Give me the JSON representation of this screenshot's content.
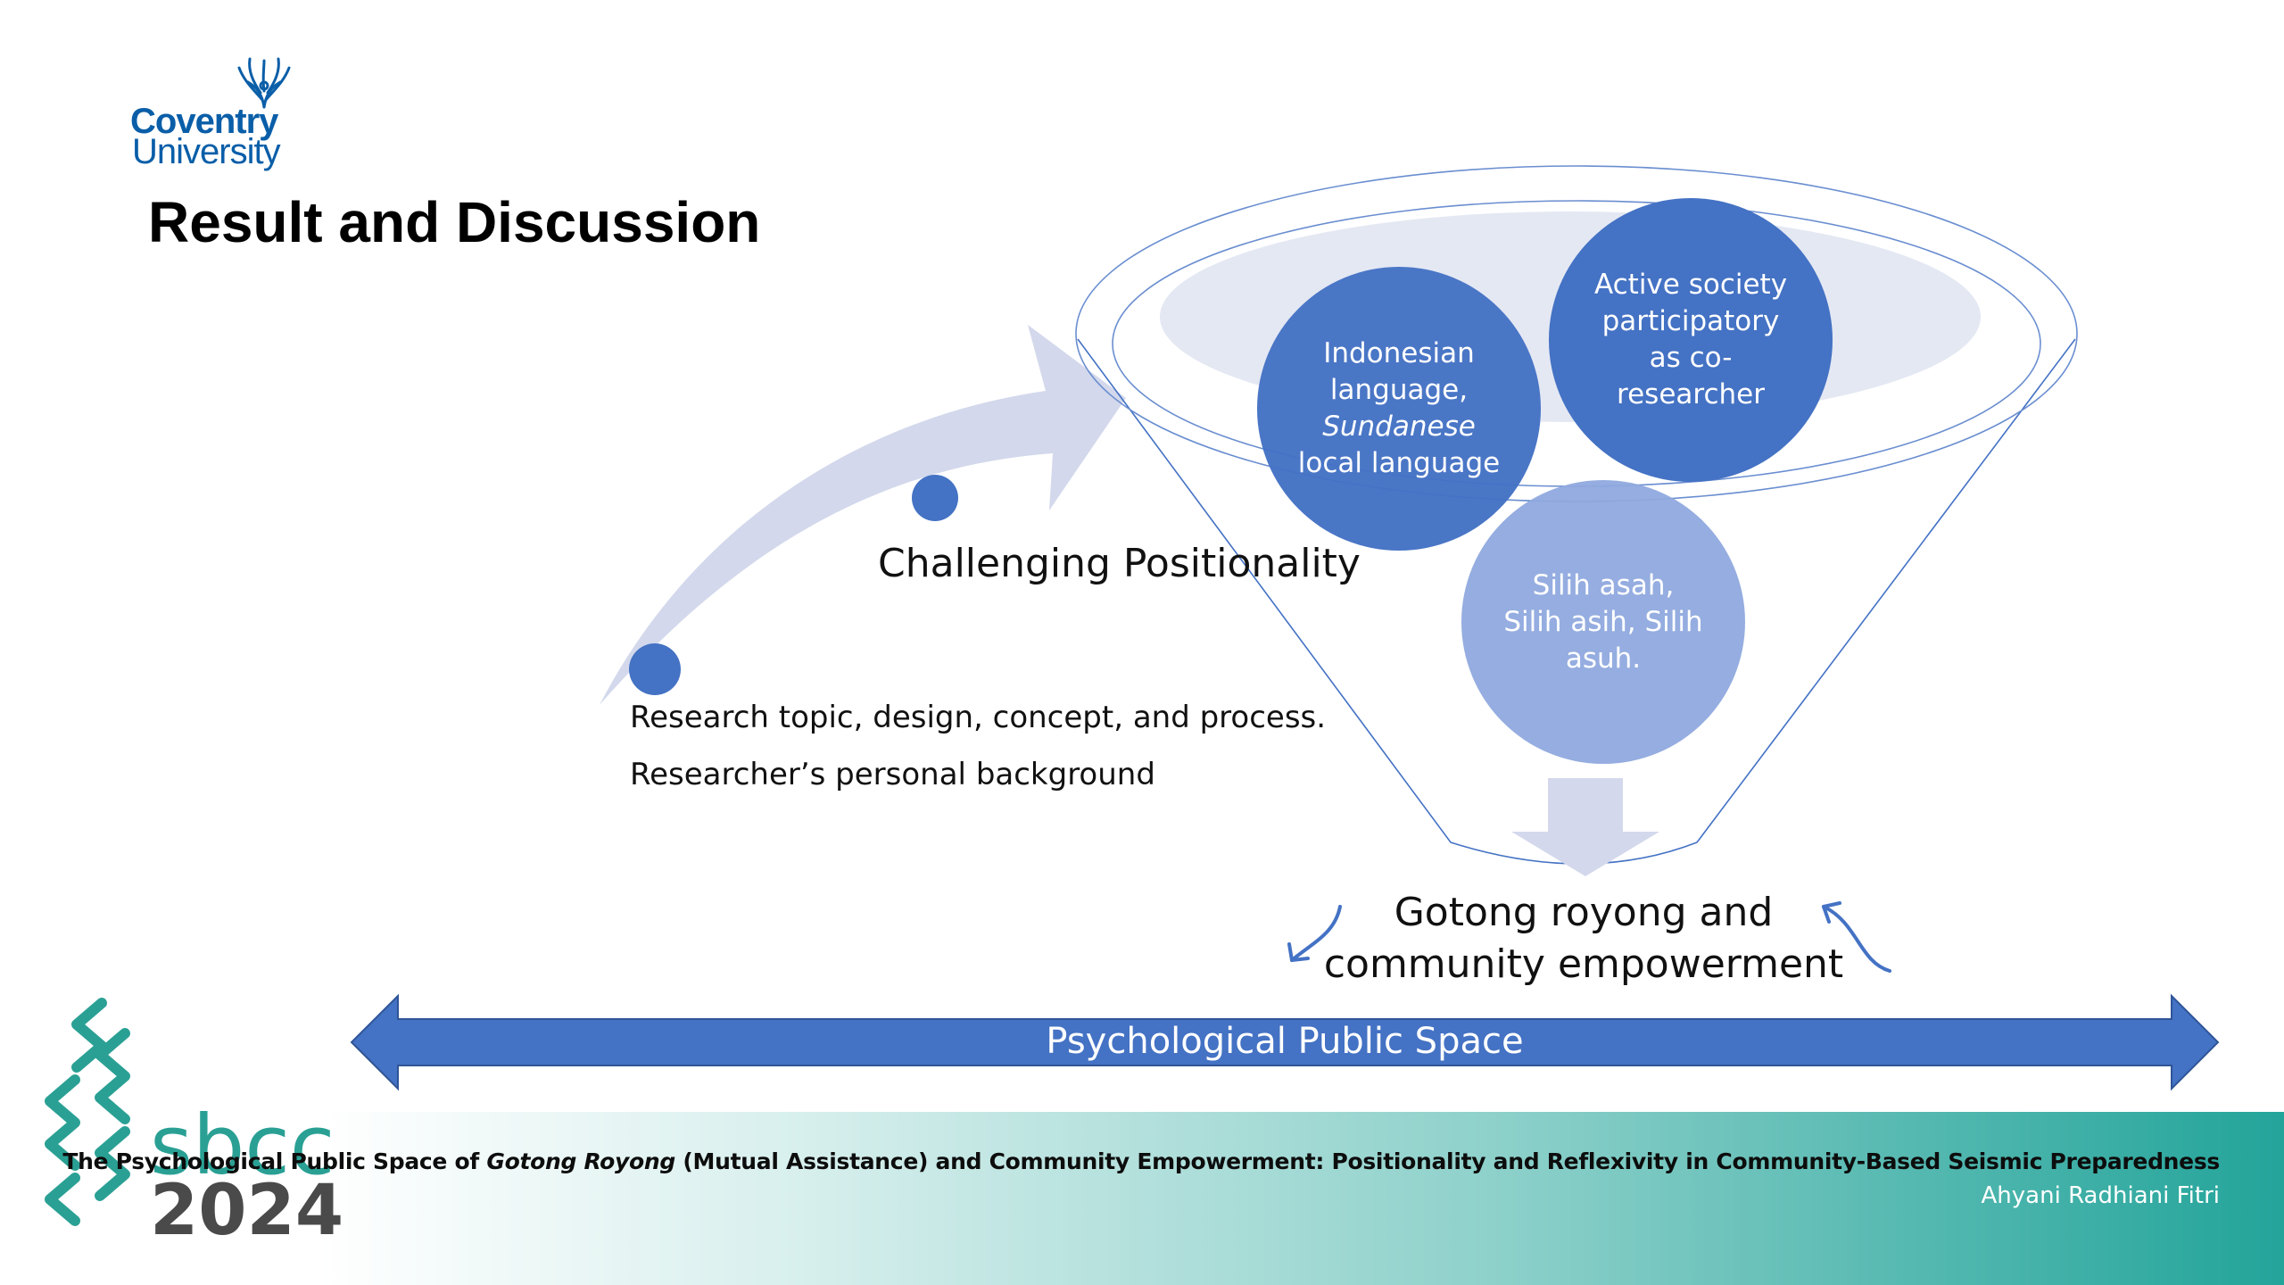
{
  "logo": {
    "line1": "Coventry",
    "line2": "University"
  },
  "slide": {
    "title": "Result and Discussion"
  },
  "diagram": {
    "challenging": "Challenging Positionality",
    "research_line": "Research topic, design, concept, and process.",
    "background_line": "Researcher’s personal background",
    "circle_language": {
      "l1": "Indonesian",
      "l2": "language,",
      "l3": "Sundanese",
      "l4": "local language"
    },
    "circle_active": {
      "l1": "Active society",
      "l2": "participatory",
      "l3": "as co-",
      "l4": "researcher"
    },
    "circle_silih": {
      "l1": "Silih asah,",
      "l2": "Silih asih, Silih",
      "l3": "asuh."
    },
    "outcome": {
      "l1": "Gotong royong and",
      "l2": "community empowerment"
    },
    "public_space": "Psychological Public Space"
  },
  "footer": {
    "title_pre": "The Psychological Public Space of ",
    "title_em": "Gotong Royong",
    "title_post": " (Mutual Assistance) and Community Empowerment: Positionality and Reflexivity in Community-Based Seismic Preparedness",
    "author": "Ahyani Radhiani Fitri",
    "brand": "sbcc",
    "year": "2024"
  },
  "colors": {
    "accent_blue": "#4472c4",
    "light_blue": "#d6dcee",
    "mid_blue": "#8fa9de",
    "teal": "#2aa094",
    "logo_blue": "#0a5ea8"
  }
}
